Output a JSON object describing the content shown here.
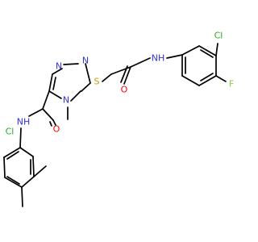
{
  "colors": {
    "bond": "#000000",
    "carbon": "#000000",
    "nitrogen": "#2f2fff",
    "oxygen": "#ff0000",
    "sulfur": "#c8a000",
    "chlorine": "#1fae1f",
    "fluorine": "#8fcf3a"
  },
  "atoms": {
    "cl_top": "Cl",
    "nh_top": "NH",
    "f_right": "F",
    "o_top": "O",
    "s": "S",
    "n_triazole_left": "N",
    "n_triazole_right": "N",
    "n_triazole_methyl": "N",
    "o_bottom": "O",
    "nh_bottom": "NH",
    "cl_bottom": "Cl"
  }
}
